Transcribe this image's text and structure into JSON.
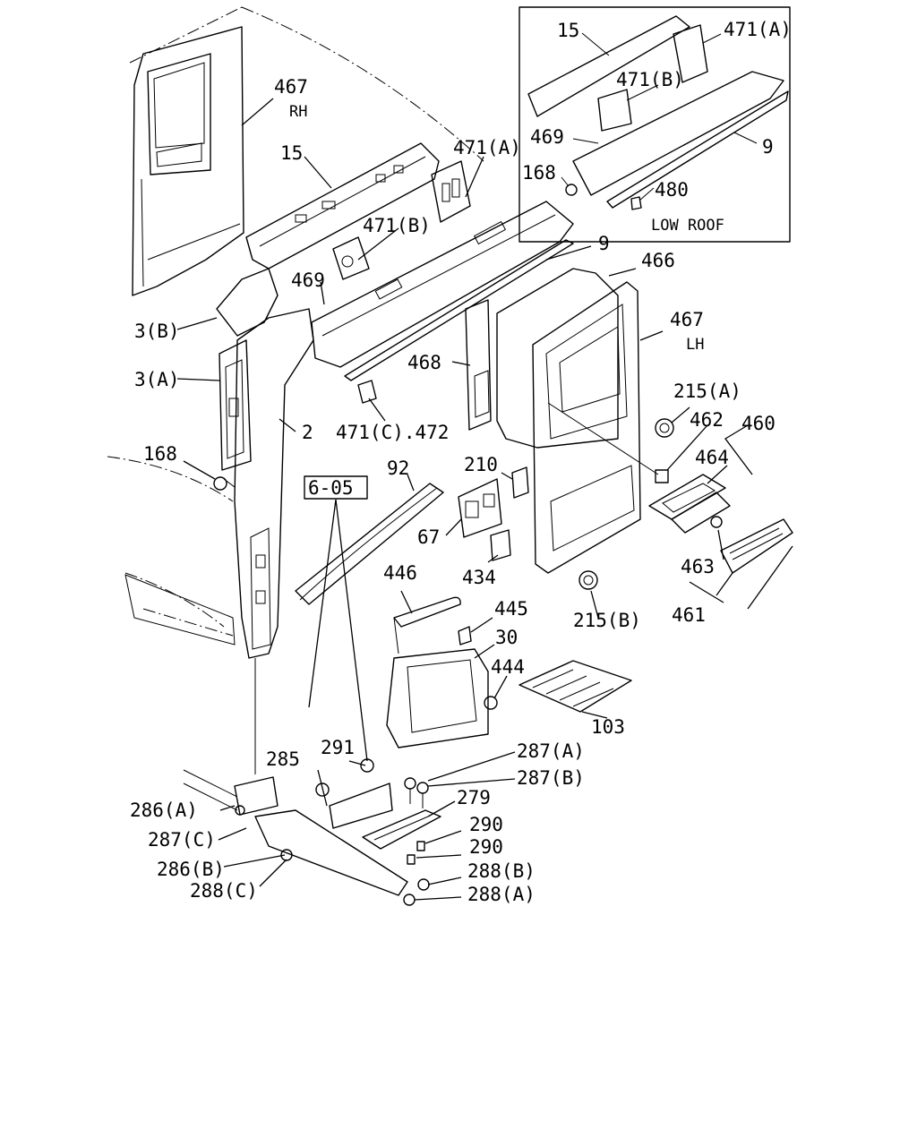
{
  "labels": {
    "p467rh": "467",
    "rh": "RH",
    "p15": "15",
    "p471a": "471(A)",
    "p471b": "471(B)",
    "p469": "469",
    "p9": "9",
    "p466": "466",
    "p467lh": "467",
    "lh": "LH",
    "p3b": "3(B)",
    "p3a": "3(A)",
    "p468": "468",
    "p471c": "471(C).472",
    "p2": "2",
    "p168": "168",
    "p215a": "215(A)",
    "p462": "462",
    "p460": "460",
    "p464": "464",
    "ref605": "6-05",
    "p92": "92",
    "p210": "210",
    "p67": "67",
    "p434": "434",
    "p463": "463",
    "p461": "461",
    "p215b": "215(B)",
    "p446": "446",
    "p445": "445",
    "p30": "30",
    "p444": "444",
    "p103": "103",
    "p287a": "287(A)",
    "p291": "291",
    "p285": "285",
    "p287b": "287(B)",
    "p279": "279",
    "p286a": "286(A)",
    "p290a": "290",
    "p290b": "290",
    "p287c": "287(C)",
    "p286b": "286(B)",
    "p288b": "288(B)",
    "p288c": "288(C)",
    "p288a": "288(A)"
  },
  "inset": {
    "p15": "15",
    "p471a": "471(A)",
    "p471b": "471(B)",
    "p469": "469",
    "p9": "9",
    "p168": "168",
    "p480": "480",
    "caption": "LOW ROOF"
  }
}
